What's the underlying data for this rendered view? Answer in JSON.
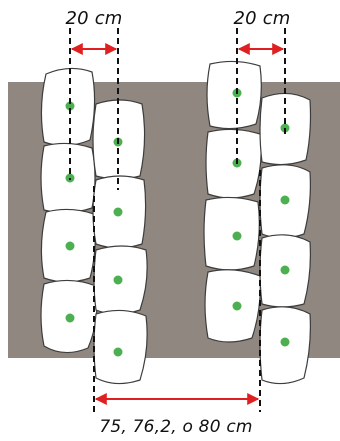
{
  "labels": {
    "left_spacing": "20 cm",
    "right_spacing": "20 cm",
    "row_spacing": "75, 76,2, o 80 cm"
  },
  "colors": {
    "soil": "#8f8780",
    "bed": "#ffffff",
    "bed_outline": "#3d3d3d",
    "plant": "#4caf50",
    "guide_line": "#111111",
    "arrow": "#e02020",
    "text": "#111111"
  }
}
